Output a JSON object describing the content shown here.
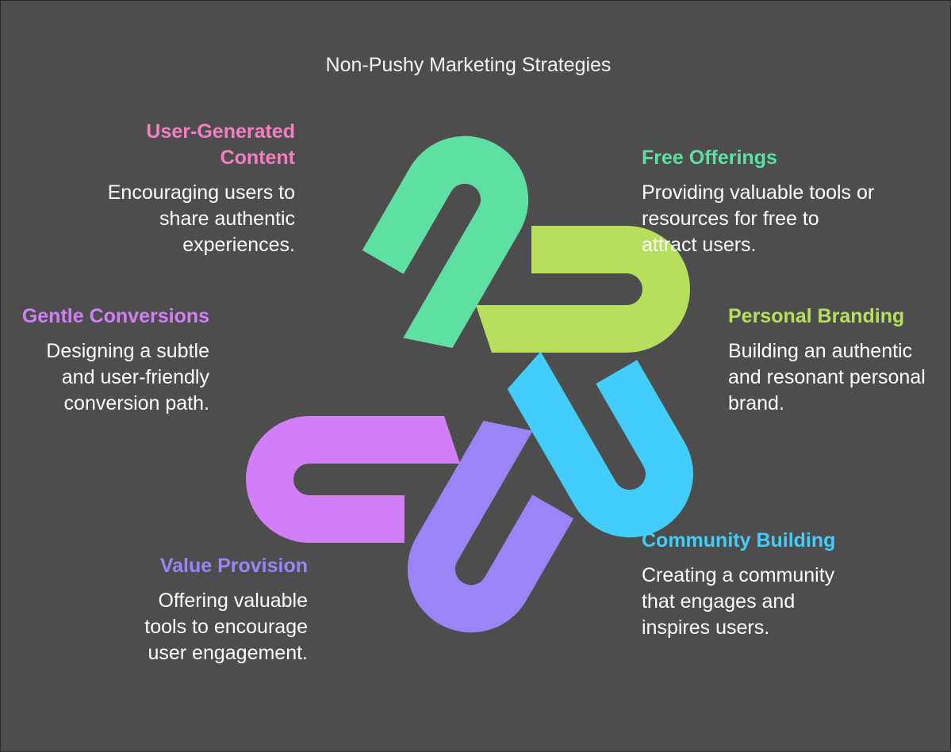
{
  "title": "Non-Pushy Marketing Strategies",
  "colors": {
    "background": "#4d4d4d",
    "user_generated_content": "#f57ec4",
    "free_offerings": "#5fe0a3",
    "personal_branding": "#b6e05c",
    "community_building": "#43cdfb",
    "value_provision": "#9b83f8",
    "gentle_conversions": "#d17ef7"
  },
  "strategies": {
    "user_generated_content": {
      "heading": "User-Generated Content",
      "description": "Encouraging users to share authentic experiences."
    },
    "free_offerings": {
      "heading": "Free Offerings",
      "description": "Providing valuable tools or resources for free to attract users."
    },
    "gentle_conversions": {
      "heading": "Gentle Conversions",
      "description": "Designing a subtle and user-friendly conversion path."
    },
    "personal_branding": {
      "heading": "Personal Branding",
      "description": "Building an authentic and resonant personal brand."
    },
    "value_provision": {
      "heading": "Value Provision",
      "description": "Offering valuable tools to encourage user engagement."
    },
    "community_building": {
      "heading": "Community Building",
      "description": "Creating a community that engages and inspires users."
    }
  }
}
